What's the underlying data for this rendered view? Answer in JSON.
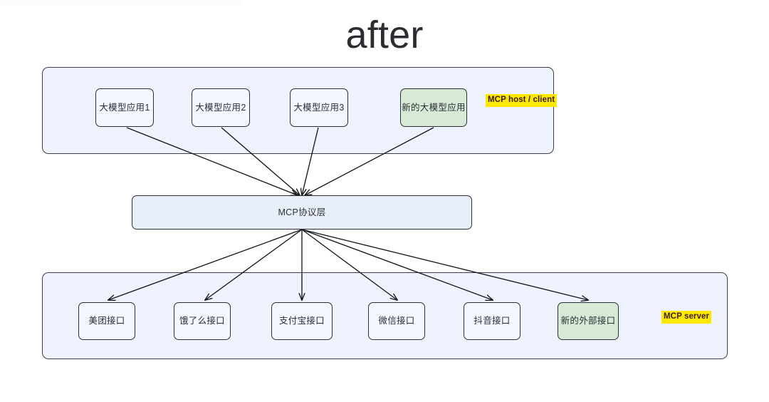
{
  "title": "after",
  "colors": {
    "group_fill": "#edf2fc",
    "group_stroke": "#3b3f47",
    "node_fill": "#f4f7fd",
    "node_new_fill": "#d7ead5",
    "protocol_fill": "#e9eff9",
    "highlight_yellow": "#ffe800",
    "highlight_text": "#3a1d0c",
    "edge_stroke": "#16181c",
    "title_color": "#2b2d33"
  },
  "host_group": {
    "tag": "MCP host / client",
    "nodes": [
      {
        "label": "大模型应用1",
        "variant": "existing"
      },
      {
        "label": "大模型应用2",
        "variant": "existing"
      },
      {
        "label": "大模型应用3",
        "variant": "existing"
      },
      {
        "label": "新的大模型应用",
        "variant": "new"
      }
    ]
  },
  "protocol": {
    "label": "MCP协议层"
  },
  "server_group": {
    "tag": "MCP server",
    "nodes": [
      {
        "label": "美团接口",
        "variant": "existing"
      },
      {
        "label": "饿了么接口",
        "variant": "existing"
      },
      {
        "label": "支付宝接口",
        "variant": "existing"
      },
      {
        "label": "微信接口",
        "variant": "existing"
      },
      {
        "label": "抖音接口",
        "variant": "existing"
      },
      {
        "label": "新的外部接口",
        "variant": "new"
      }
    ]
  }
}
